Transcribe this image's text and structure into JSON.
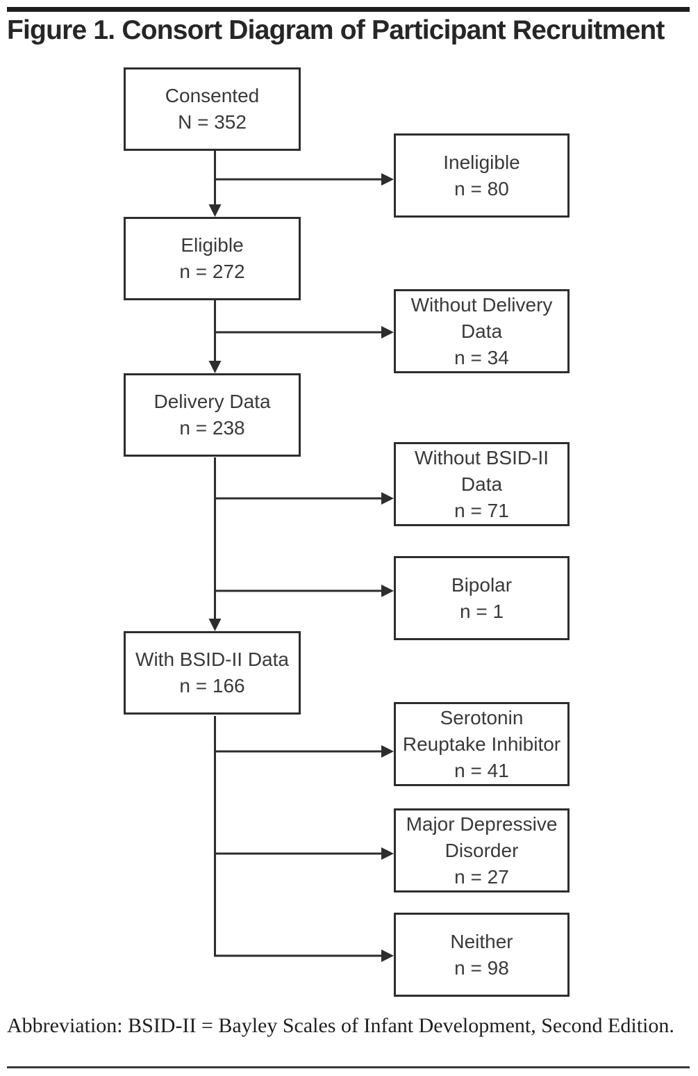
{
  "header": {
    "title": "Figure 1. Consort Diagram of Participant Recruitment"
  },
  "colors": {
    "ink": "#2e2d2c",
    "title": "#262626",
    "background": "#ffffff"
  },
  "diagram": {
    "type": "consort-flowchart",
    "main_path": [
      {
        "lines": [
          "Consented"
        ],
        "count": "N = 352"
      },
      {
        "lines": [
          "Eligible"
        ],
        "count": "n = 272"
      },
      {
        "lines": [
          "Delivery Data"
        ],
        "count": "n = 238"
      },
      {
        "lines": [
          "With BSID-II Data"
        ],
        "count": "n = 166"
      }
    ],
    "exclusions": [
      {
        "lines": [
          "Ineligible"
        ],
        "count": "n = 80"
      },
      {
        "lines": [
          "Without Delivery",
          "Data"
        ],
        "count": "n = 34"
      },
      {
        "lines": [
          "Without BSID-II",
          "Data"
        ],
        "count": "n = 71"
      },
      {
        "lines": [
          "Bipolar"
        ],
        "count": "n = 1"
      },
      {
        "lines": [
          "Serotonin",
          "Reuptake Inhibitor"
        ],
        "count": "n = 41"
      },
      {
        "lines": [
          "Major Depressive",
          "Disorder"
        ],
        "count": "n = 27"
      },
      {
        "lines": [
          "Neither"
        ],
        "count": "n = 98"
      }
    ]
  },
  "footer": {
    "abbreviation": "Abbreviation: BSID-II = Bayley Scales of Infant Development, Second Edition."
  }
}
